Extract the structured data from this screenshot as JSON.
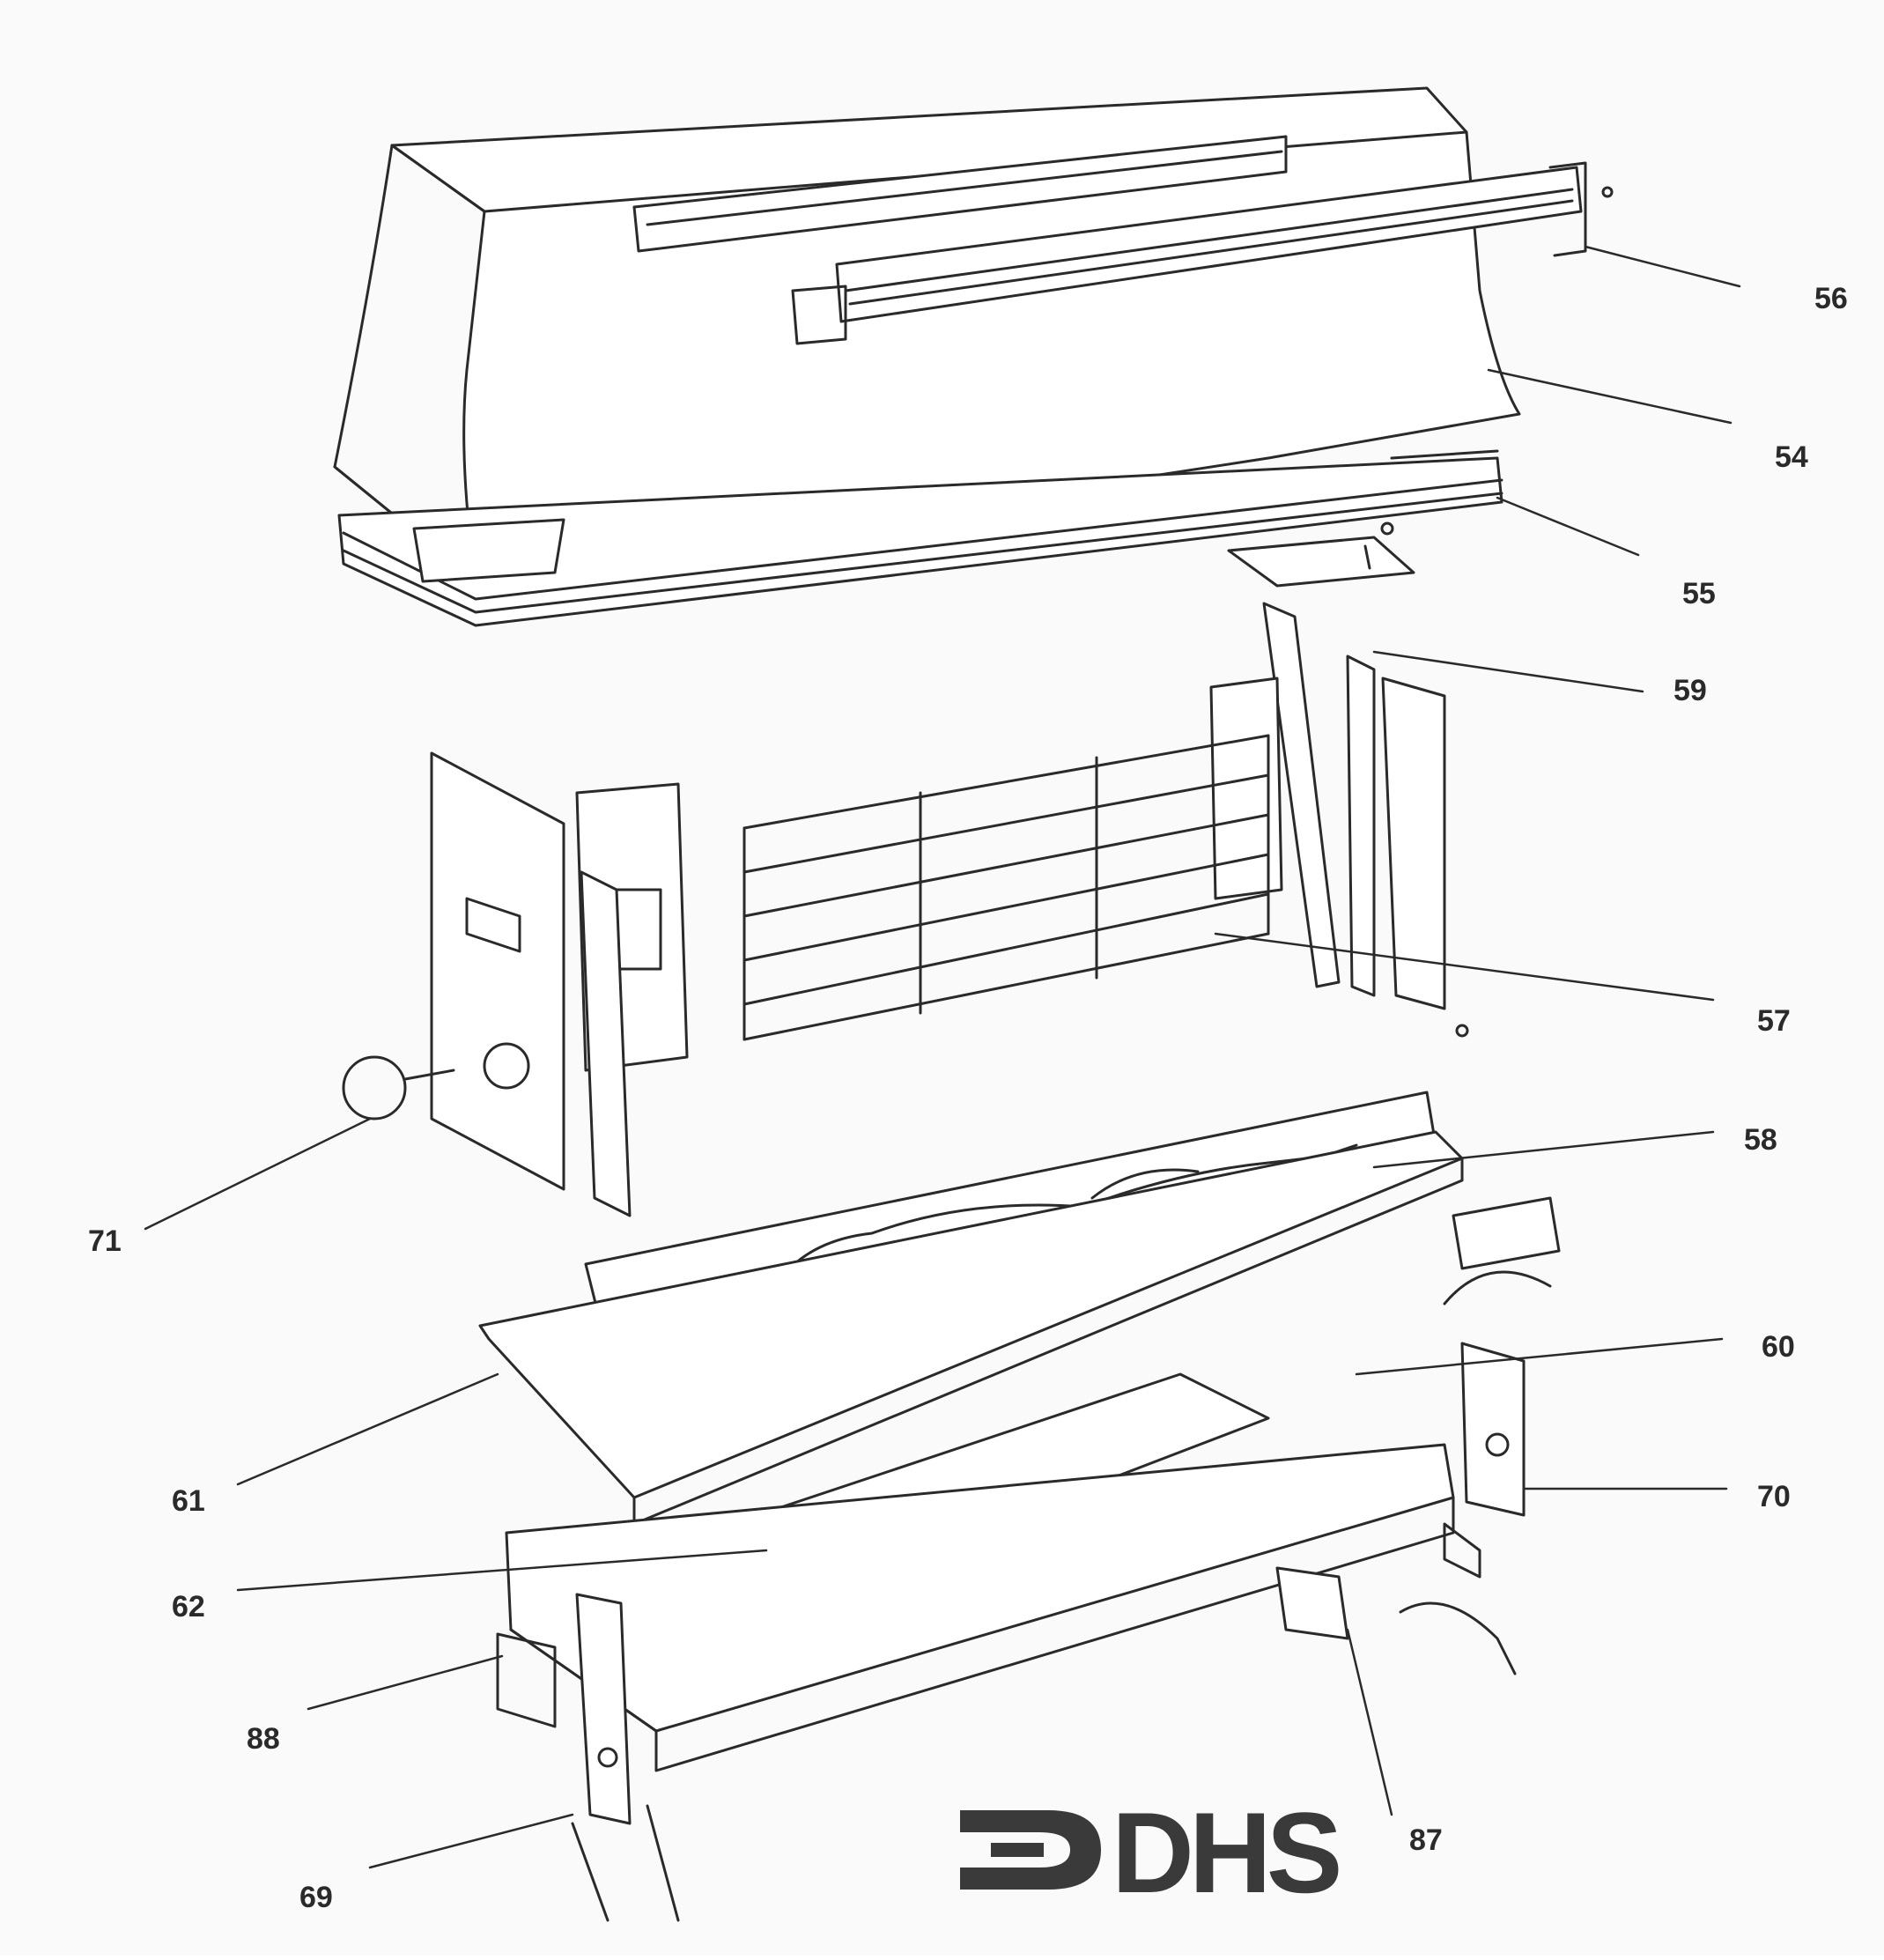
{
  "diagram": {
    "callouts": [
      {
        "id": "c56",
        "label": "56"
      },
      {
        "id": "c54",
        "label": "54"
      },
      {
        "id": "c55",
        "label": "55"
      },
      {
        "id": "c59",
        "label": "59"
      },
      {
        "id": "c57",
        "label": "57"
      },
      {
        "id": "c58",
        "label": "58"
      },
      {
        "id": "c71",
        "label": "71"
      },
      {
        "id": "c60",
        "label": "60"
      },
      {
        "id": "c70",
        "label": "70"
      },
      {
        "id": "c61",
        "label": "61"
      },
      {
        "id": "c62",
        "label": "62"
      },
      {
        "id": "c88",
        "label": "88"
      },
      {
        "id": "c87",
        "label": "87"
      },
      {
        "id": "c69",
        "label": "69"
      }
    ],
    "logo": {
      "text": "DHS"
    },
    "colors": {
      "ink": "#2a2a2a",
      "paper": "#fafafa",
      "logo": "#3a3a3a"
    }
  }
}
